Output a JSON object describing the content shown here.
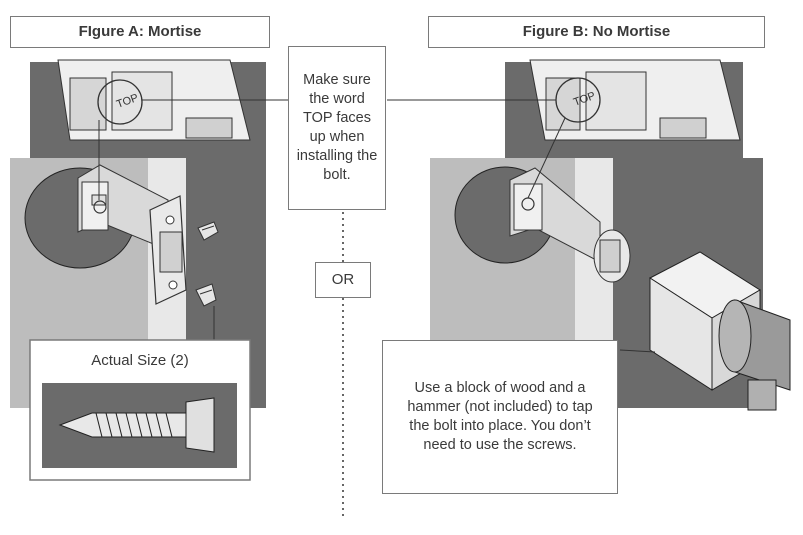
{
  "figure_a": {
    "title": "FIgure A: Mortise",
    "inset_label": "Actual Size (2)",
    "stamp": "TOP"
  },
  "figure_b": {
    "title": "Figure B: No Mortise",
    "stamp": "TOP",
    "callout": "Use a block of wood and a hammer (not included) to tap the bolt into place. You don’t need to use the screws."
  },
  "center": {
    "callout": "Make sure the word TOP faces up when installing the bolt.",
    "divider_label": "OR"
  },
  "colors": {
    "door_dark": "#6b6b6b",
    "door_mid": "#8a8a8a",
    "door_light": "#c8c8c8",
    "edge_light": "#e6e6e6",
    "border": "#7a7a7a"
  }
}
